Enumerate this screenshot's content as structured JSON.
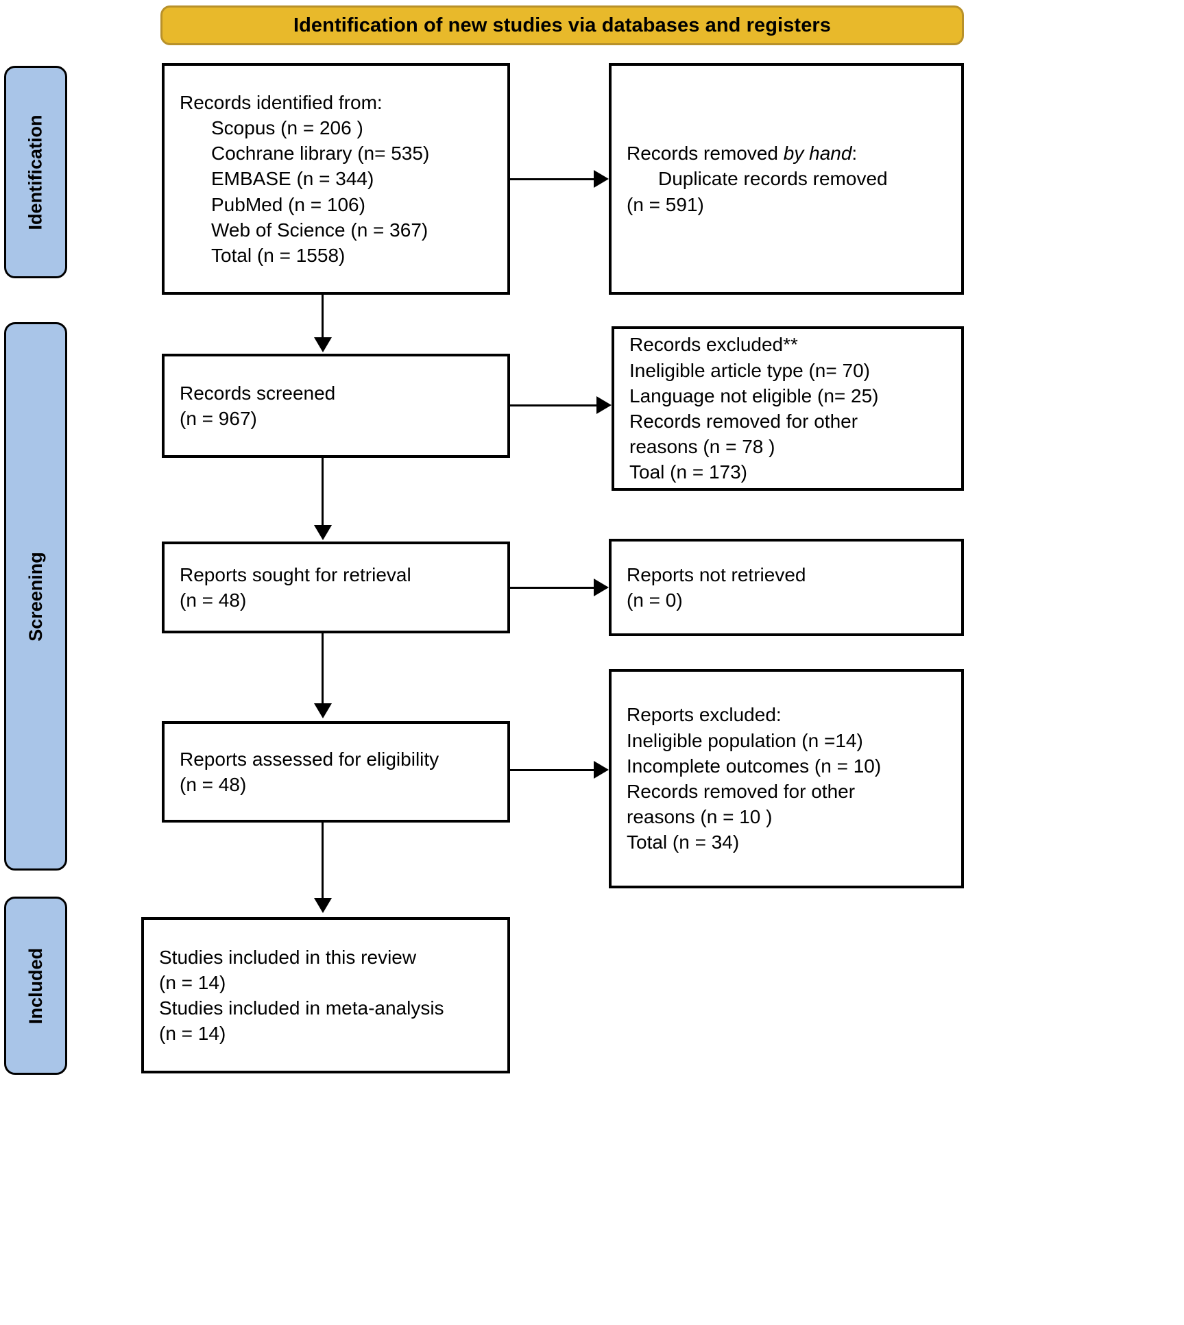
{
  "banner": {
    "title": "Identification of new studies via databases and registers"
  },
  "stage_labels": {
    "identification": "Identification",
    "screening": "Screening",
    "included": "Included"
  },
  "boxes": {
    "identified": {
      "name": "records-identified",
      "lines": [
        {
          "text": "Records identified from:",
          "indent": false
        },
        {
          "text": "Scopus (n = 206 )",
          "indent": true
        },
        {
          "text": "Cochrane library (n= 535)",
          "indent": true
        },
        {
          "text": "EMBASE (n = 344)",
          "indent": true
        },
        {
          "text": "PubMed (n = 106)",
          "indent": true
        },
        {
          "text": "Web of Science (n = 367)",
          "indent": true
        },
        {
          "text": "Total (n = 1558)",
          "indent": true
        }
      ]
    },
    "duplicates": {
      "name": "records-removed",
      "lines": [
        {
          "text_pre": "Records removed ",
          "text_italic": "by hand",
          "text_post": ":",
          "indent": false
        },
        {
          "text": "Duplicate records removed",
          "indent": true
        },
        {
          "text": "(n = 591)",
          "indent": false
        }
      ]
    },
    "screened": {
      "name": "records-screened",
      "lines": [
        {
          "text": "Records screened",
          "indent": false
        },
        {
          "text": "(n = 967)",
          "indent": false
        }
      ]
    },
    "excluded": {
      "name": "records-excluded",
      "lines": [
        {
          "text": "Records excluded**",
          "indent": false
        },
        {
          "text": "Ineligible article type (n= 70)",
          "indent": false
        },
        {
          "text": "Language not eligible (n= 25)",
          "indent": false
        },
        {
          "text": "Records removed for other",
          "indent": false
        },
        {
          "text": "reasons (n = 78 )",
          "indent": false
        },
        {
          "text": "Toal (n = 173)",
          "indent": false
        }
      ]
    },
    "sought": {
      "name": "reports-sought",
      "lines": [
        {
          "text": "Reports sought for retrieval",
          "indent": false
        },
        {
          "text": "(n = 48)",
          "indent": false
        }
      ]
    },
    "notretrieved": {
      "name": "reports-not-retrieved",
      "lines": [
        {
          "text": "Reports not retrieved",
          "indent": false
        },
        {
          "text": "(n = 0)",
          "indent": false
        }
      ]
    },
    "assessed": {
      "name": "reports-assessed",
      "lines": [
        {
          "text": "Reports assessed for eligibility",
          "indent": false
        },
        {
          "text": "(n = 48)",
          "indent": false
        }
      ]
    },
    "repexcluded": {
      "name": "reports-excluded",
      "lines": [
        {
          "text": "Reports excluded:",
          "indent": false
        },
        {
          "text": "Ineligible population (n =14)",
          "indent": false
        },
        {
          "text": "Incomplete outcomes (n = 10)",
          "indent": false
        },
        {
          "text": "Records removed for other",
          "indent": false
        },
        {
          "text": "reasons (n = 10 )",
          "indent": false
        },
        {
          "text": "Total (n = 34)",
          "indent": false
        }
      ]
    },
    "included": {
      "name": "studies-included",
      "lines": [
        {
          "text": "Studies included in this review",
          "indent": false
        },
        {
          "text": "(n = 14)",
          "indent": false
        },
        {
          "text": "Studies included in meta-analysis",
          "indent": false
        },
        {
          "text": "(n = 14)",
          "indent": false
        }
      ]
    }
  },
  "colors": {
    "banner_fill": "#E8B92B",
    "banner_border": "#B8912A",
    "stage_label_fill": "#A9C5E8",
    "box_border": "#000000",
    "background": "#FFFFFF"
  }
}
